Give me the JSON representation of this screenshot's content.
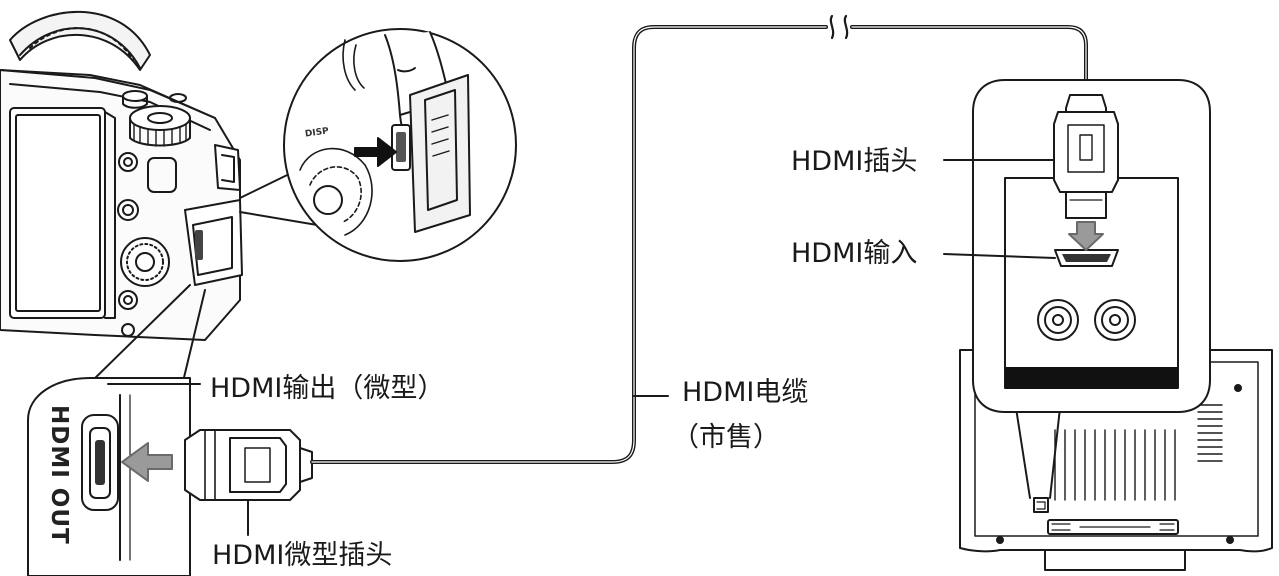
{
  "labels": {
    "hdmi_plug": "HDMI插头",
    "hdmi_input": "HDMI输入",
    "hdmi_output_micro": "HDMI输出（微型）",
    "hdmi_cable": "HDMI电缆",
    "hdmi_cable_note": "（市售）",
    "hdmi_micro_plug": "HDMI微型插头"
  },
  "camera": {
    "port_text": "HDMI OUT",
    "disp_text": "DISP"
  },
  "colors": {
    "line": "#1a1a1a",
    "shade": "#9a9a9a",
    "light": "#d8d8d8"
  }
}
